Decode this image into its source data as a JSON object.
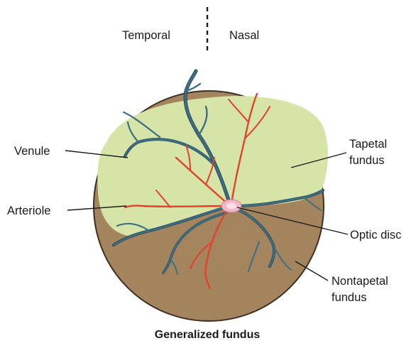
{
  "labels": {
    "temporal": "Temporal",
    "nasal": "Nasal",
    "venule": "Venule",
    "arteriole": "Arteriole",
    "tapetal_line1": "Tapetal",
    "tapetal_line2": "fundus",
    "optic_disc": "Optic disc",
    "nontapetal_line1": "Nontapetal",
    "nontapetal_line2": "fundus"
  },
  "caption": "Generalized fundus",
  "colors": {
    "nontapetal": "#a6865f",
    "tapetal": "#d6e4a8",
    "venule": "#3c6e84",
    "arteriole": "#e0422c",
    "optic_disc": "#f2b8c8"
  }
}
